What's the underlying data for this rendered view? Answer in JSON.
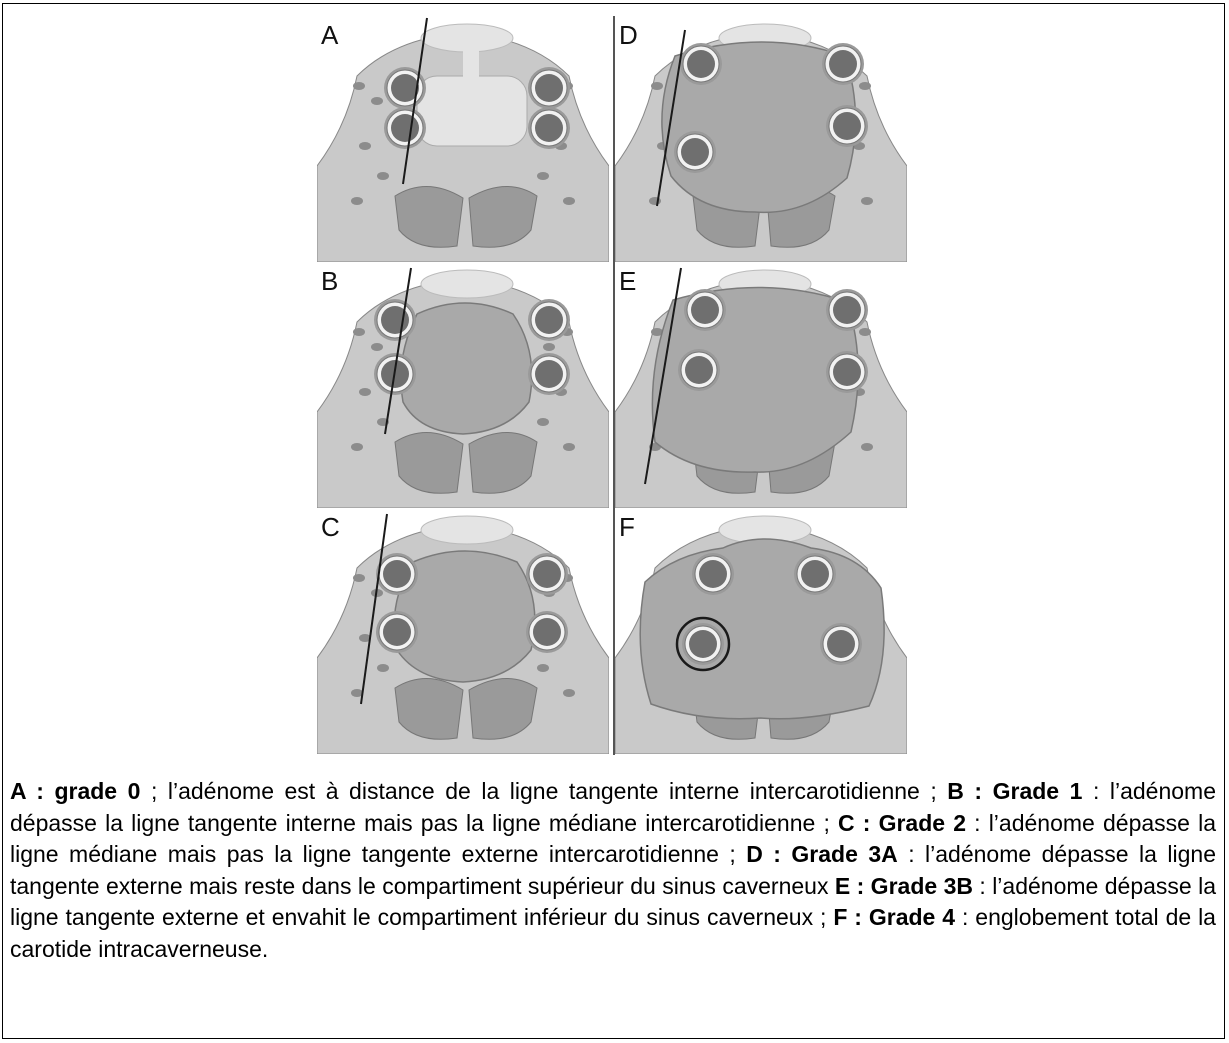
{
  "panels": [
    {
      "letter": "A",
      "variant": "grade0"
    },
    {
      "letter": "B",
      "variant": "grade1"
    },
    {
      "letter": "C",
      "variant": "grade2"
    },
    {
      "letter": "D",
      "variant": "grade3a"
    },
    {
      "letter": "E",
      "variant": "grade3b"
    },
    {
      "letter": "F",
      "variant": "grade4"
    }
  ],
  "caption": [
    {
      "label": "A :  grade 0",
      "text": " ; l’adénome est à distance de la ligne tangente interne intercarotidienne ; "
    },
    {
      "label": "B : Grade 1",
      "text": " : l’adénome dépasse la ligne tangente interne mais pas la ligne médiane intercarotidienne ;  "
    },
    {
      "label": "C : Grade 2",
      "text": " : l’adénome dépasse la ligne médiane mais pas la ligne tangente externe intercarotidienne ; "
    },
    {
      "label": "D : Grade 3A",
      "text": " : l’adénome dépasse la ligne tangente externe mais reste dans le compartiment supérieur du sinus caverneux "
    },
    {
      "label": "E : Grade 3B",
      "text": " : l’adénome dépasse la ligne tangente externe et envahit  le compartiment inférieur du sinus caverneux ; "
    },
    {
      "label": "F : Grade 4",
      "text": " : englobement total de la carotide intracaverneuse."
    }
  ],
  "colors": {
    "tissue": "#c9c9c9",
    "tissue_dark": "#9a9a9a",
    "adenoma": "#a9a9a9",
    "chiasm": "#e4e4e4",
    "vessel_ring": "#f2f2f2",
    "vessel_core": "#6f6f6f",
    "sinus": "#8c8c8c",
    "line": "#1a1a1a"
  }
}
